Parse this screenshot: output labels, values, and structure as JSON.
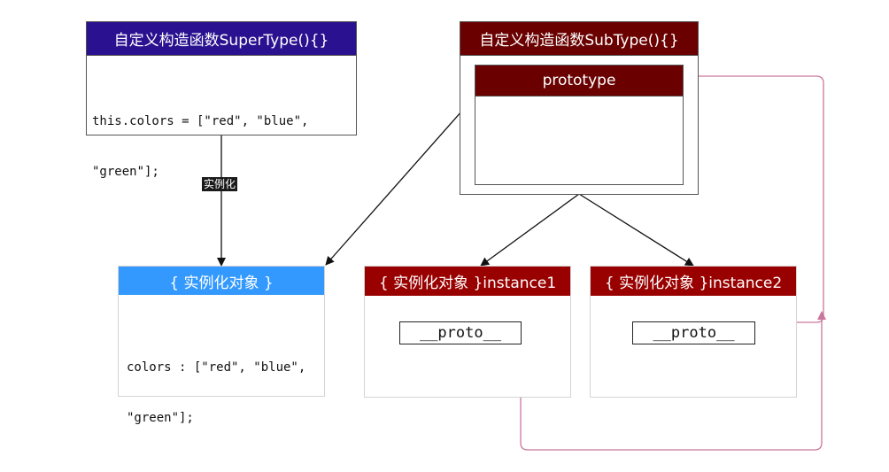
{
  "super_type": {
    "title": "自定义构造函数SuperType(){}",
    "code_line1": "this.colors = [\"red\", \"blue\",",
    "code_line2": "\"green\"];"
  },
  "sub_type": {
    "title": "自定义构造函数SubType(){}",
    "prototype_label": "prototype"
  },
  "edge_instantiate": "实例化",
  "instance_obj": {
    "title": "{ 实例化对象 }",
    "code_line1": "colors : [\"red\", \"blue\",",
    "code_line2": "\"green\"];"
  },
  "instance1": {
    "title": "{ 实例化对象 }instance1",
    "proto_label": "__proto__"
  },
  "instance2": {
    "title": "{ 实例化对象 }instance2",
    "proto_label": "__proto__"
  },
  "colors": {
    "super_header": "#2a1190",
    "sub_header": "#6a0000",
    "instance_header": "#990000",
    "plain_instance_header": "#3399ff",
    "proto_link": "#c9779c"
  }
}
